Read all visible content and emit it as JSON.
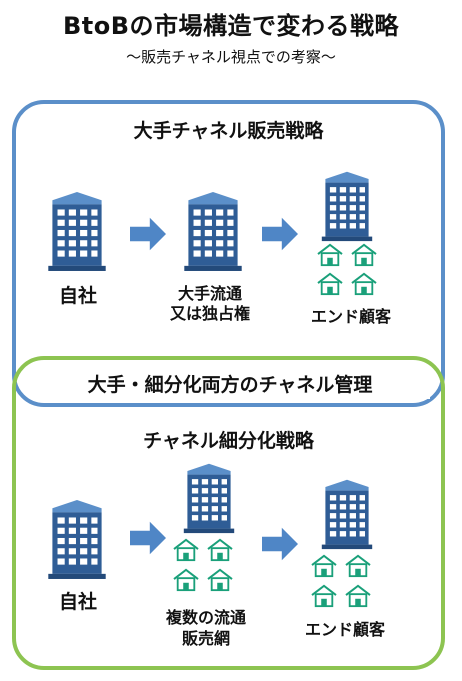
{
  "header": {
    "title": "BtoBの市場構造で変わる戦略",
    "subtitle": "～販売チャネル視点での考察～"
  },
  "top_panel": {
    "heading": "大手チャネル販売戦略",
    "self_label": "自社",
    "channel_label_line1": "大手流通",
    "channel_label_line2": "又は独占権",
    "customer_label": "エンド顧客"
  },
  "overlap_label": "大手・細分化両方のチャネル管理",
  "bottom_panel": {
    "heading": "チャネル細分化戦略",
    "self_label": "自社",
    "channel_label_line1": "複数の流通",
    "channel_label_line2": "販売網",
    "customer_label": "エンド顧客"
  },
  "colors": {
    "blue_border": "#5b8fc9",
    "green_border": "#8dc451",
    "building": "#2f5d96",
    "arrow": "#4f86c6",
    "house": "#1aa07a"
  },
  "icons": [
    "building-icon",
    "arrow-right-icon",
    "house-icon"
  ]
}
